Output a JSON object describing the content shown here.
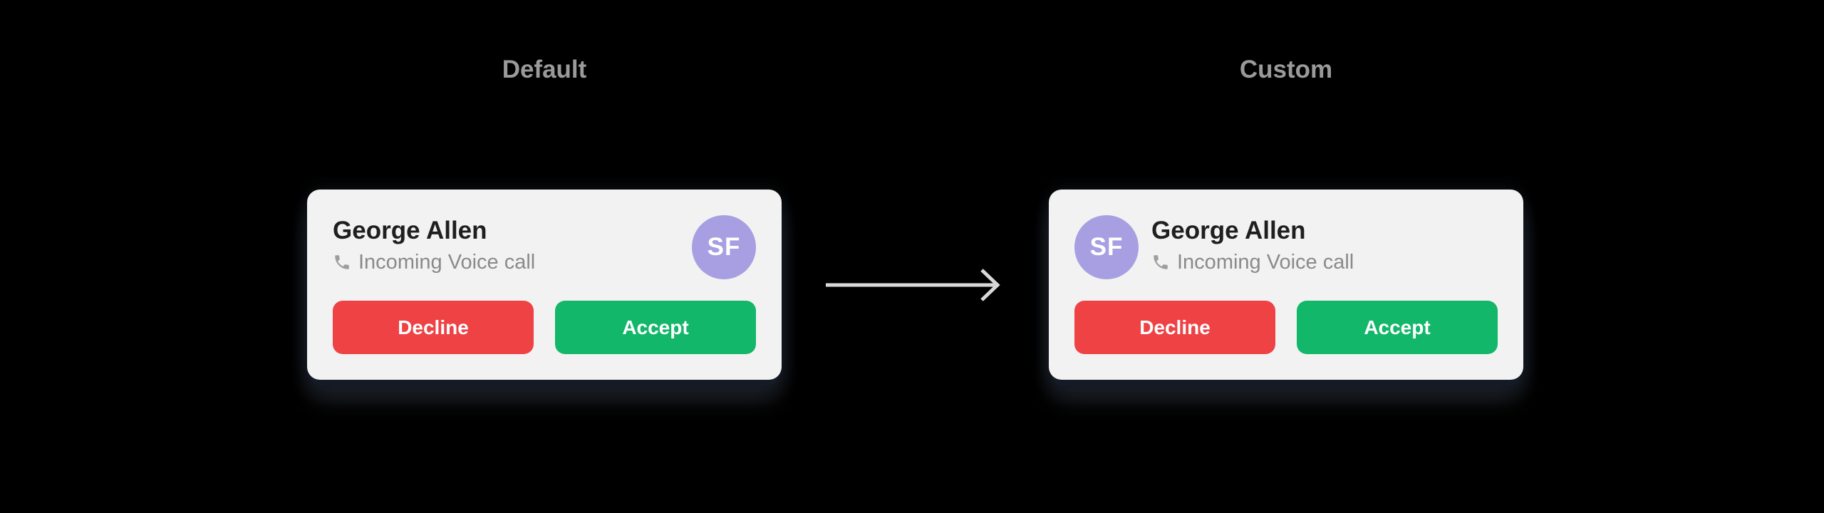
{
  "headings": {
    "default": "Default",
    "custom": "Custom"
  },
  "cards": {
    "default": {
      "variant": "avatar-right",
      "caller_name": "George Allen",
      "call_type": "Incoming Voice call",
      "avatar_initials": "SF",
      "decline_label": "Decline",
      "accept_label": "Accept"
    },
    "custom": {
      "variant": "avatar-left",
      "caller_name": "George Allen",
      "call_type": "Incoming Voice call",
      "avatar_initials": "SF",
      "decline_label": "Decline",
      "accept_label": "Accept"
    }
  },
  "icons": {
    "phone": "phone-receiver-icon",
    "arrow": "right-arrow-icon"
  },
  "colors": {
    "page_background": "#000000",
    "heading_text": "#9a9a9a",
    "card_background": "#f2f2f2",
    "card_shadow": "#141b26",
    "caller_name_text": "#1f1f1f",
    "call_type_text": "#8a8a8a",
    "phone_icon_color": "#9e9e9e",
    "avatar_background": "#a79fe2",
    "avatar_text": "#ffffff",
    "decline_background": "#ee4245",
    "accept_background": "#12b76a",
    "button_text": "#ffffff",
    "arrow_color": "#d9d9d9"
  }
}
